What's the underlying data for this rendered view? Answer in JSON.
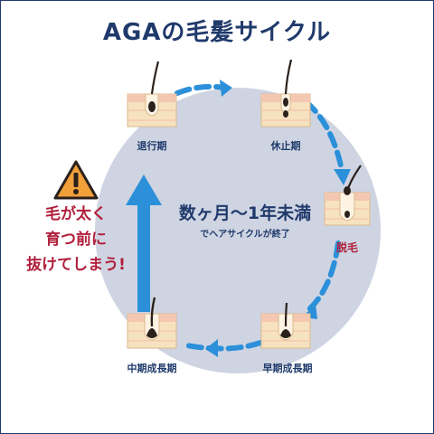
{
  "title": "AGAの毛髪サイクル",
  "center": {
    "main": "数ヶ月〜1年未満",
    "sub": "でヘアサイクルが終了"
  },
  "stages": {
    "regression": "退行期",
    "resting": "休止期",
    "shedding": "脱毛",
    "early_growth": "早期成長期",
    "mid_growth": "中期成長期"
  },
  "warning": {
    "line1": "毛が太く",
    "line2": "育つ前に",
    "line3": "抜けてしまう!"
  },
  "colors": {
    "navy": "#1f3a6b",
    "arrow_blue": "#2b90d9",
    "circle_gray": "#cfd4e2",
    "warning_red": "#b01e3a",
    "warning_orange": "#f2a03a",
    "skin": "#f7e2bf",
    "skin_top": "#f4c7b1",
    "hair": "#2a211c"
  }
}
